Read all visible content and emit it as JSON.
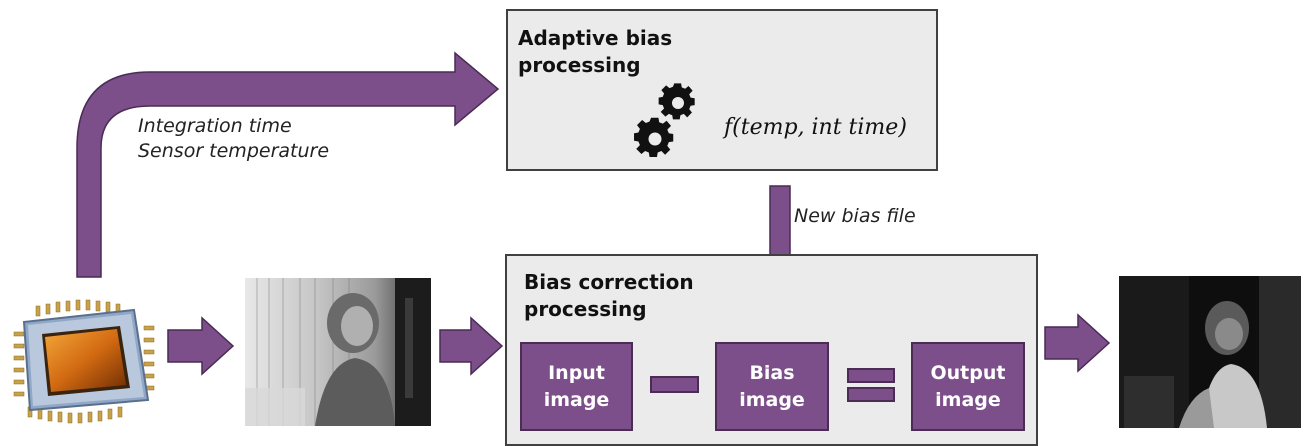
{
  "diagram": {
    "accent_color": "#7c4f8a",
    "box_fill": "#ebebeb",
    "adaptive_box": {
      "title": "Adaptive bias\nprocessing",
      "formula": "f(temp, int time)",
      "icon": "gears-icon"
    },
    "sensor_inputs_label": "Integration time\nSensor temperature",
    "new_bias_label": "New bias file",
    "correction_box": {
      "title": "Bias correction\nprocessing",
      "input_label": "Input\nimage",
      "bias_label": "Bias\nimage",
      "output_label": "Output\nimage",
      "minus_op": "minus",
      "equals_op": "equals"
    },
    "images": {
      "sensor": "sensor-chip-icon",
      "raw": "raw-noisy-image",
      "corrected": "corrected-output-image"
    }
  }
}
